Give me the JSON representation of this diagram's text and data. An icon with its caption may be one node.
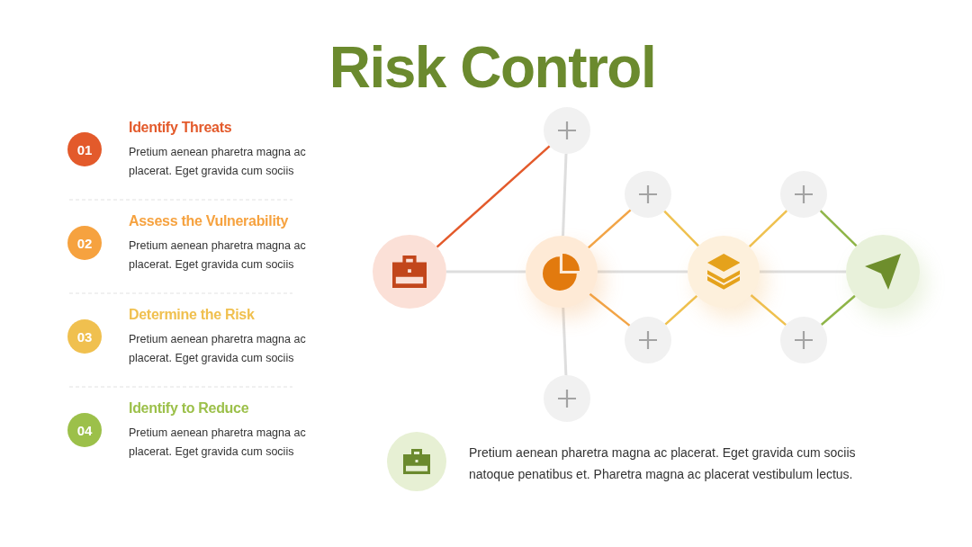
{
  "diagram": {
    "title": "Risk Control",
    "nodes": [
      {
        "text": [
          "01"
        ],
        "beside": [
          "Identify Threats",
          "Pretium aenean pharetra magna ac placerat. Eget gravida cum sociis"
        ]
      },
      {
        "text": [
          "02"
        ],
        "beside": [
          "Assess the Vulnerability",
          "Pretium aenean pharetra magna ac placerat. Eget gravida cum sociis"
        ]
      },
      {
        "text": [
          "03"
        ],
        "beside": [
          "Determine the Risk",
          "Pretium aenean pharetra magna ac placerat. Eget gravida cum sociis"
        ]
      },
      {
        "text": [
          "04"
        ],
        "beside": [
          "Identify to Reduce",
          "Pretium aenean pharetra magna ac placerat. Eget gravida cum sociis"
        ]
      },
      {
        "text": [],
        "shape": "circle"
      },
      {
        "text": [],
        "shape": "circle"
      },
      {
        "text": [],
        "shape": "circle"
      },
      {
        "text": [],
        "shape": "circle"
      },
      {
        "text": [],
        "shape": "circle"
      },
      {
        "text": [],
        "shape": "circle"
      },
      {
        "text": [],
        "shape": "circle"
      },
      {
        "text": [],
        "shape": "circle"
      },
      {
        "text": [],
        "shape": "circle"
      },
      {
        "text": [],
        "shape": "circle"
      },
      {
        "text": [],
        "shape": "circle",
        "beside": [
          "Pretium aenean pharetra magna ac placerat. Eget gravida cum sociis natoque penatibus et. Pharetra magna ac placerat vestibulum lectus."
        ]
      }
    ],
    "edges": [
      {
        "from": 4,
        "to": 5,
        "arrow": "none",
        "color": "#e35a2b"
      },
      {
        "from": 4,
        "to": 6,
        "arrow": "none"
      },
      {
        "from": 5,
        "to": 6,
        "arrow": "none"
      },
      {
        "from": 6,
        "to": 7,
        "arrow": "none"
      },
      {
        "from": 6,
        "to": 8,
        "arrow": "none",
        "color": "#f2a446"
      },
      {
        "from": 6,
        "to": 9,
        "arrow": "none",
        "color": "#f2a446"
      },
      {
        "from": 6,
        "to": 10,
        "arrow": "none"
      },
      {
        "from": 8,
        "to": 10,
        "arrow": "none",
        "color": "#efc14f"
      },
      {
        "from": 9,
        "to": 10,
        "arrow": "none",
        "color": "#efc14f"
      },
      {
        "from": 10,
        "to": 11,
        "arrow": "none",
        "color": "#efc14f"
      },
      {
        "from": 10,
        "to": 12,
        "arrow": "none",
        "color": "#efc14f"
      },
      {
        "from": 10,
        "to": 13,
        "arrow": "none"
      },
      {
        "from": 11,
        "to": 13,
        "arrow": "none",
        "color": "#8fb548"
      },
      {
        "from": 12,
        "to": 13,
        "arrow": "none",
        "color": "#8fb548"
      }
    ]
  }
}
